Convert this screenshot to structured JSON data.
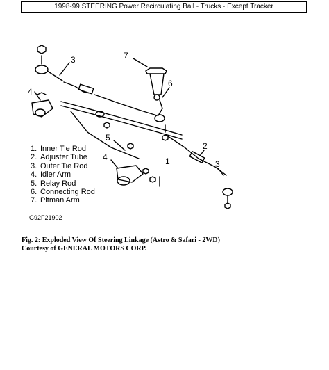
{
  "header": {
    "title": "1998-99 STEERING Power Recirculating Ball - Trucks - Except Tracker"
  },
  "figure": {
    "callouts": [
      "1",
      "2",
      "3",
      "4",
      "5",
      "6",
      "7"
    ],
    "legend": [
      {
        "num": "1.",
        "label": "Inner Tie Rod"
      },
      {
        "num": "2.",
        "label": "Adjuster Tube"
      },
      {
        "num": "3.",
        "label": "Outer Tie Rod"
      },
      {
        "num": "4.",
        "label": "Idler Arm"
      },
      {
        "num": "5.",
        "label": "Relay Rod"
      },
      {
        "num": "6.",
        "label": "Connecting Rod"
      },
      {
        "num": "7.",
        "label": "Pitman Arm"
      }
    ],
    "code": "G92F21902"
  },
  "caption": {
    "title": "Fig. 2: Exploded View Of Steering Linkage (Astro & Safari - 2WD)",
    "courtesy": "Courtesy of GENERAL MOTORS CORP."
  }
}
